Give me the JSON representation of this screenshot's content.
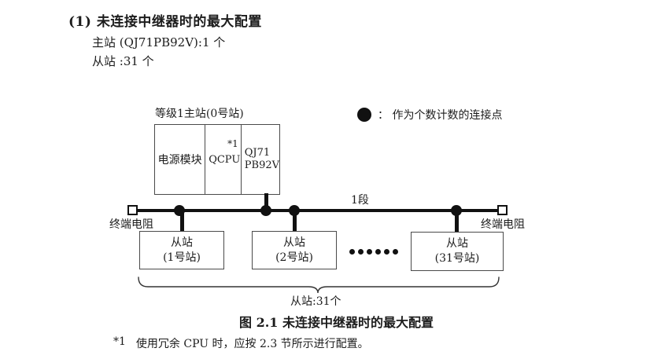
{
  "heading": {
    "title": "(1) 未连接中继器时的最大配置",
    "master_line": "主站 (QJ71PB92V):1 个",
    "slave_line": "从站 :31 个"
  },
  "legend": {
    "symbol": "connection-point-dot",
    "text": "： 作为个数计数的连接点"
  },
  "master_station": {
    "label": "等级1主站(0号站)",
    "cells": [
      {
        "label": "电源模块"
      },
      {
        "label": "QCPU",
        "note": "*1"
      },
      {
        "line1": "QJ71",
        "line2": "PB92V"
      }
    ]
  },
  "bus": {
    "segment_label": "1段",
    "left_terminator": "终端电阻",
    "right_terminator": "终端电阻"
  },
  "slaves": {
    "items": [
      {
        "line1": "从站",
        "line2": "(1号站)"
      },
      {
        "line1": "从站",
        "line2": "(2号站)"
      },
      {
        "line1": "从站",
        "line2": "(31号站)"
      }
    ],
    "count_label": "从站:31个"
  },
  "caption": "图 2.1 未连接中继器时的最大配置",
  "footnote": {
    "marker": "*1",
    "text": "使用冗余 CPU 时，应按 2.3 节所示进行配置。"
  },
  "colors": {
    "ink": "#1c1c1c",
    "line": "#111111",
    "box_border": "#4a4a4a",
    "background": "#ffffff"
  }
}
